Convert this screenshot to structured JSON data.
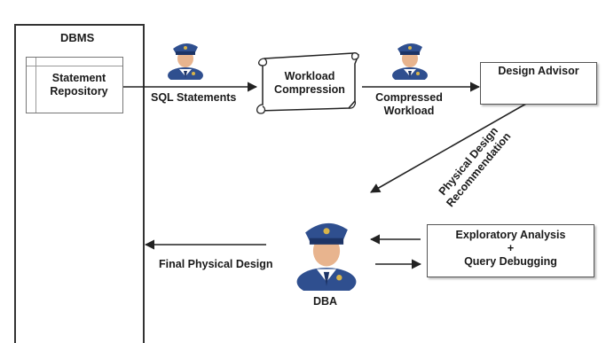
{
  "dbms": {
    "title": "DBMS",
    "repository_label": "Statement\nRepository"
  },
  "flow": {
    "sql_statements": "SQL Statements",
    "workload_compression": "Workload\nCompression",
    "compressed_workload": "Compressed\nWorkload",
    "design_advisor": "Design Advisor",
    "physical_design_recommendation": "Physical Design\nRecommendation",
    "final_physical_design": "Final Physical Design",
    "exploratory_analysis": "Exploratory Analysis\n+\nQuery Debugging",
    "dba": "DBA"
  },
  "icons": {
    "dba_figure": "police-officer-icon"
  },
  "colors": {
    "uniform": "#2f4f8f",
    "uniform_dark": "#1d3466",
    "skin": "#e8b48e",
    "badge": "#d8b44a",
    "border": "#333333"
  }
}
